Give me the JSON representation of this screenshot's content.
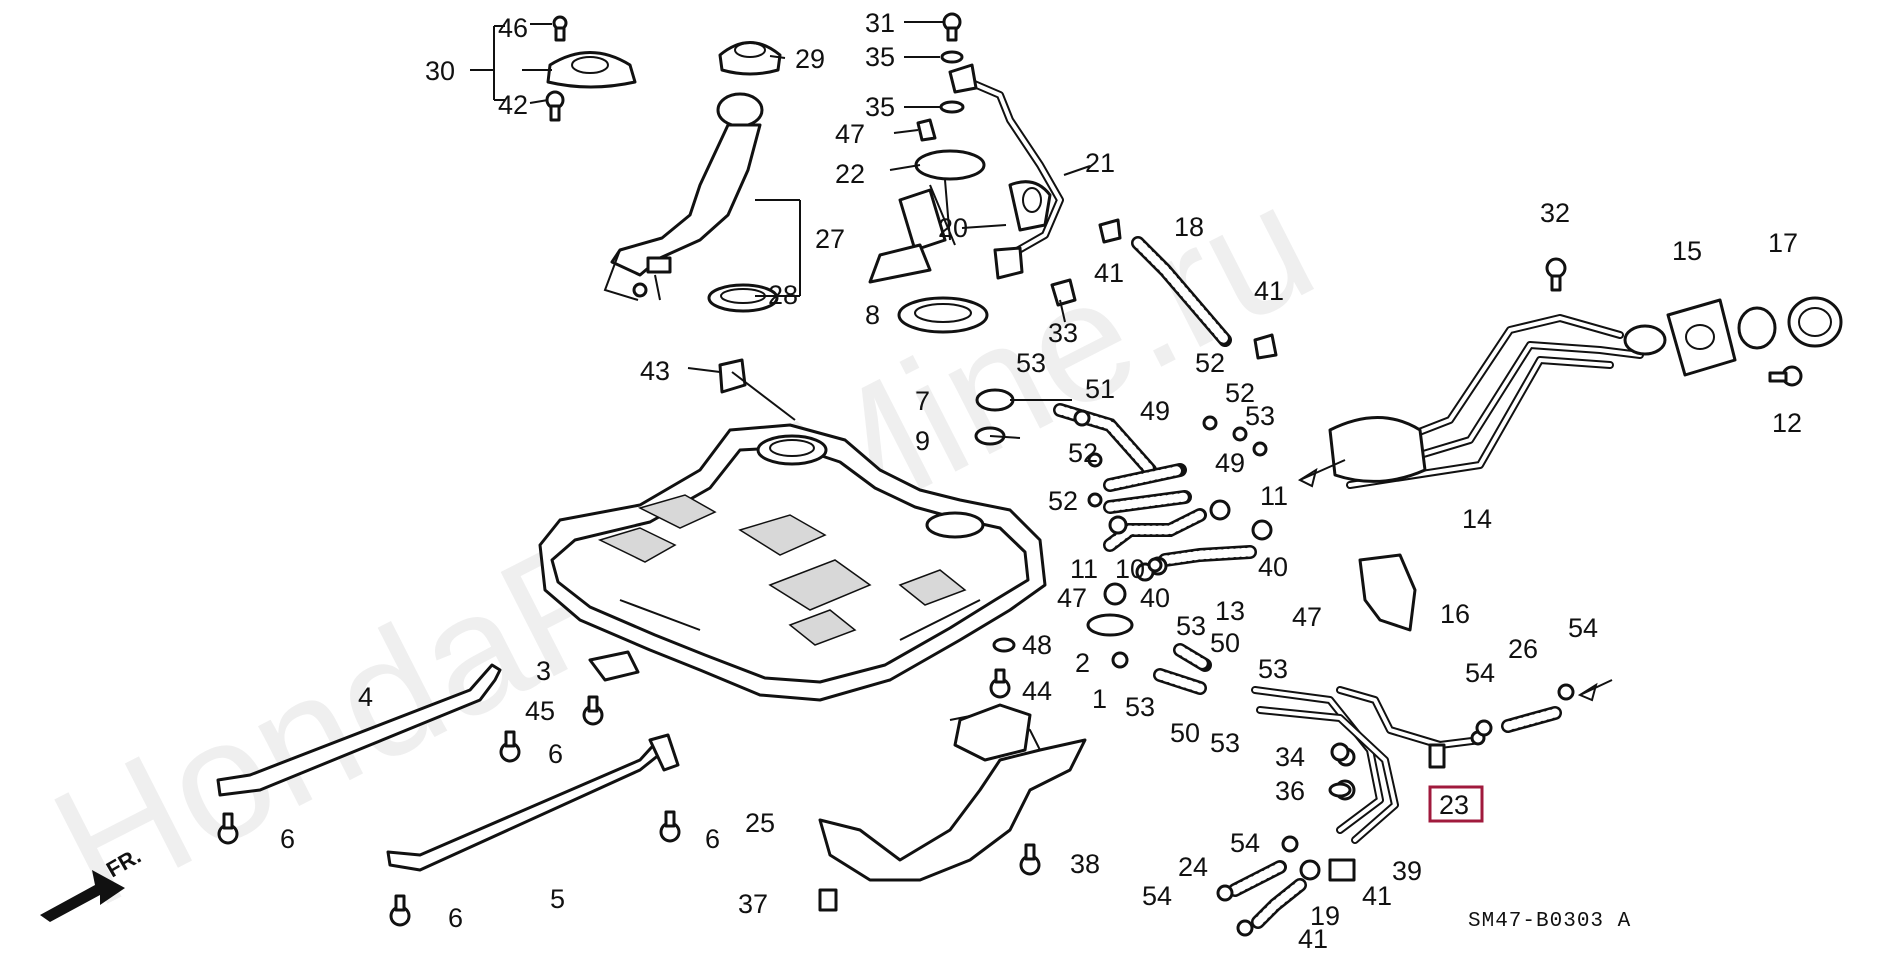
{
  "watermark": "HondaPartMine.ru",
  "diagram_code": "SM47-B0303 A",
  "front_marker": "FR.",
  "highlight_color": "#a01a3c",
  "labels": {
    "l1": "1",
    "l2": "2",
    "l3": "3",
    "l4": "4",
    "l5": "5",
    "l6a": "6",
    "l6b": "6",
    "l6c": "6",
    "l6d": "6",
    "l7": "7",
    "l8": "8",
    "l9": "9",
    "l10": "10",
    "l11a": "11",
    "l11b": "11",
    "l12": "12",
    "l13": "13",
    "l14": "14",
    "l15": "15",
    "l16": "16",
    "l17": "17",
    "l18": "18",
    "l19": "19",
    "l20": "20",
    "l21": "21",
    "l22": "22",
    "l23": "23",
    "l24": "24",
    "l25": "25",
    "l26": "26",
    "l27": "27",
    "l28": "28",
    "l29": "29",
    "l30": "30",
    "l31": "31",
    "l32": "32",
    "l33": "33",
    "l34": "34",
    "l35a": "35",
    "l35b": "35",
    "l36": "36",
    "l37": "37",
    "l38": "38",
    "l39": "39",
    "l40a": "40",
    "l40b": "40",
    "l41a": "41",
    "l41b": "41",
    "l41c": "41",
    "l41d": "41",
    "l42": "42",
    "l43": "43",
    "l44": "44",
    "l45": "45",
    "l46": "46",
    "l47a": "47",
    "l47b": "47",
    "l47c": "47",
    "l48": "48",
    "l49a": "49",
    "l49b": "49",
    "l50a": "50",
    "l50b": "50",
    "l51": "51",
    "l52a": "52",
    "l52b": "52",
    "l52c": "52",
    "l52d": "52",
    "l53a": "53",
    "l53b": "53",
    "l53c": "53",
    "l53d": "53",
    "l53e": "53",
    "l54a": "54",
    "l54b": "54",
    "l54c": "54",
    "l54d": "54"
  },
  "highlighted_part": "23"
}
